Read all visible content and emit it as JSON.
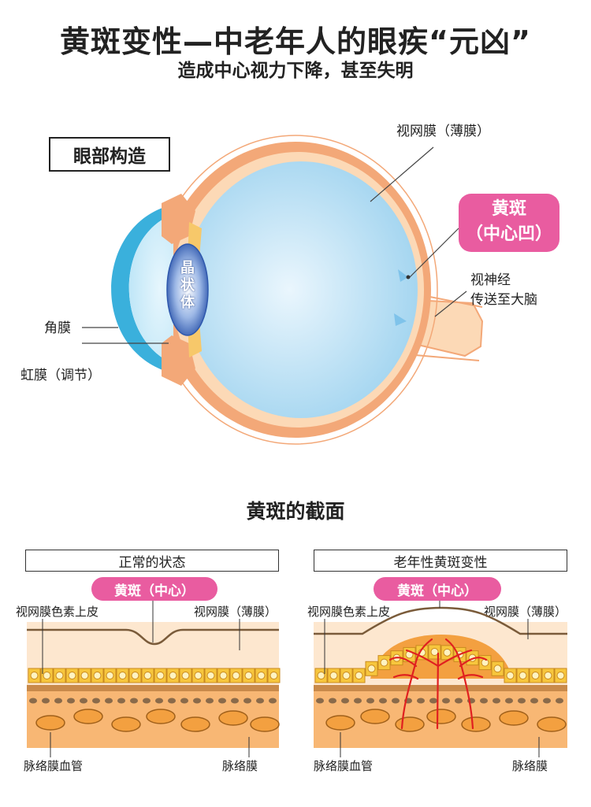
{
  "header": {
    "title": "黄斑变性—中老年人的眼疾“元凶”",
    "subtitle": "造成中心视力下降，甚至失明"
  },
  "eye": {
    "box_label": "眼部构造",
    "lens_label": "晶状体",
    "retina_label": "视网膜（薄膜）",
    "macula_line1": "黄斑",
    "macula_line2": "（中心凹）",
    "optic_line1": "视神经",
    "optic_line2": "传送至大脑",
    "cornea_label": "角膜",
    "iris_label": "虹膜（调节）"
  },
  "cross_section": {
    "title": "黄斑的截面",
    "panels": [
      {
        "header": "正常的状态",
        "pill": "黄斑（中心）",
        "rpe_label": "视网膜色素上皮",
        "retina_label": "视网膜（薄膜）",
        "vessel_label": "脉络膜血管",
        "choroid_label": "脉络膜"
      },
      {
        "header": "老年性黄斑变性",
        "pill": "黄斑（中心）",
        "rpe_label": "视网膜色素上皮",
        "retina_label": "视网膜（薄膜）",
        "vessel_label": "脉络膜血管",
        "choroid_label": "脉络膜"
      }
    ]
  },
  "colors": {
    "accent_pink": "#e95ca0",
    "sclera_orange": "#f3a878",
    "retina_peach": "#fcd9b6",
    "vitreous_blue": "#9fd3ef",
    "cornea_blue": "#3ab0dc",
    "lens_blue": "#3a64b8",
    "vessel_red": "#e02020",
    "cell_yellow": "#f7c63d"
  }
}
